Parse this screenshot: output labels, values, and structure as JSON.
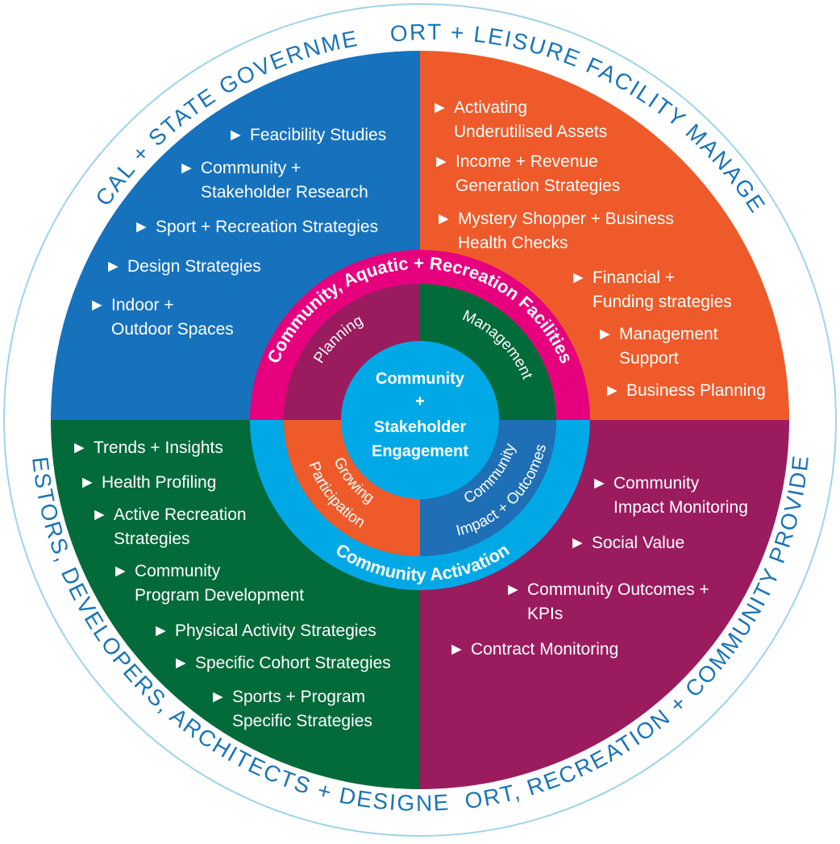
{
  "colors": {
    "blue": "#1672bd",
    "orange": "#ef5a2a",
    "green": "#036a3a",
    "purple": "#9b1b5f",
    "magenta": "#e6007e",
    "cyan": "#00a9e6",
    "mid_blue": "#1e6fb5",
    "outer_text": "#1a74b8"
  },
  "outer_ring": {
    "top_left": "LOCAL + STATE GOVERNMENT",
    "top_right": "SPORT + LEISURE FACILITY MANAGERS",
    "bottom_left": "INVESTORS, DEVELOPERS, ARCHITECTS + DESIGNERS",
    "bottom_right": "SPORT, RECREATION + COMMUNITY PROVIDERS"
  },
  "quadrants": {
    "top_left": {
      "items": [
        [
          "Feacibility Studies"
        ],
        [
          "Community +",
          "Stakeholder Research"
        ],
        [
          "Sport + Recreation Strategies"
        ],
        [
          "Design Strategies"
        ],
        [
          "Indoor +",
          "Outdoor Spaces"
        ]
      ]
    },
    "top_right": {
      "items": [
        [
          "Activating",
          "Underutilised Assets"
        ],
        [
          "Income + Revenue",
          "Generation Strategies"
        ],
        [
          "Mystery Shopper + Business",
          "Health Checks"
        ],
        [
          "Financial +",
          "Funding strategies"
        ],
        [
          "Management",
          "Support"
        ],
        [
          "Business Planning"
        ]
      ]
    },
    "bottom_left": {
      "items": [
        [
          "Trends + Insights"
        ],
        [
          "Health Profiling"
        ],
        [
          "Active Recreation",
          "Strategies"
        ],
        [
          "Community",
          "Program Development"
        ],
        [
          "Physical Activity Strategies"
        ],
        [
          "Specific Cohort Strategies"
        ],
        [
          "Sports + Program",
          "Specific Strategies"
        ]
      ]
    },
    "bottom_right": {
      "items": [
        [
          "Community",
          "Impact Monitoring"
        ],
        [
          "Social Value"
        ],
        [
          "Community Outcomes +",
          "KPIs"
        ],
        [
          "Contract Monitoring"
        ]
      ]
    }
  },
  "bullet_glyph": "►",
  "band": {
    "top": "Community, Aquatic + Recreation Facilities",
    "bottom": "Community Activation"
  },
  "inner": {
    "planning": "Planning",
    "management": "Management",
    "growing_line1": "Growing",
    "growing_line2": "Participation",
    "impact_line1": "Community",
    "impact_line2": "Impact + Outcomes"
  },
  "core": {
    "line1": "Community",
    "line2": "+",
    "line3": "Stakeholder",
    "line4": "Engagement"
  }
}
